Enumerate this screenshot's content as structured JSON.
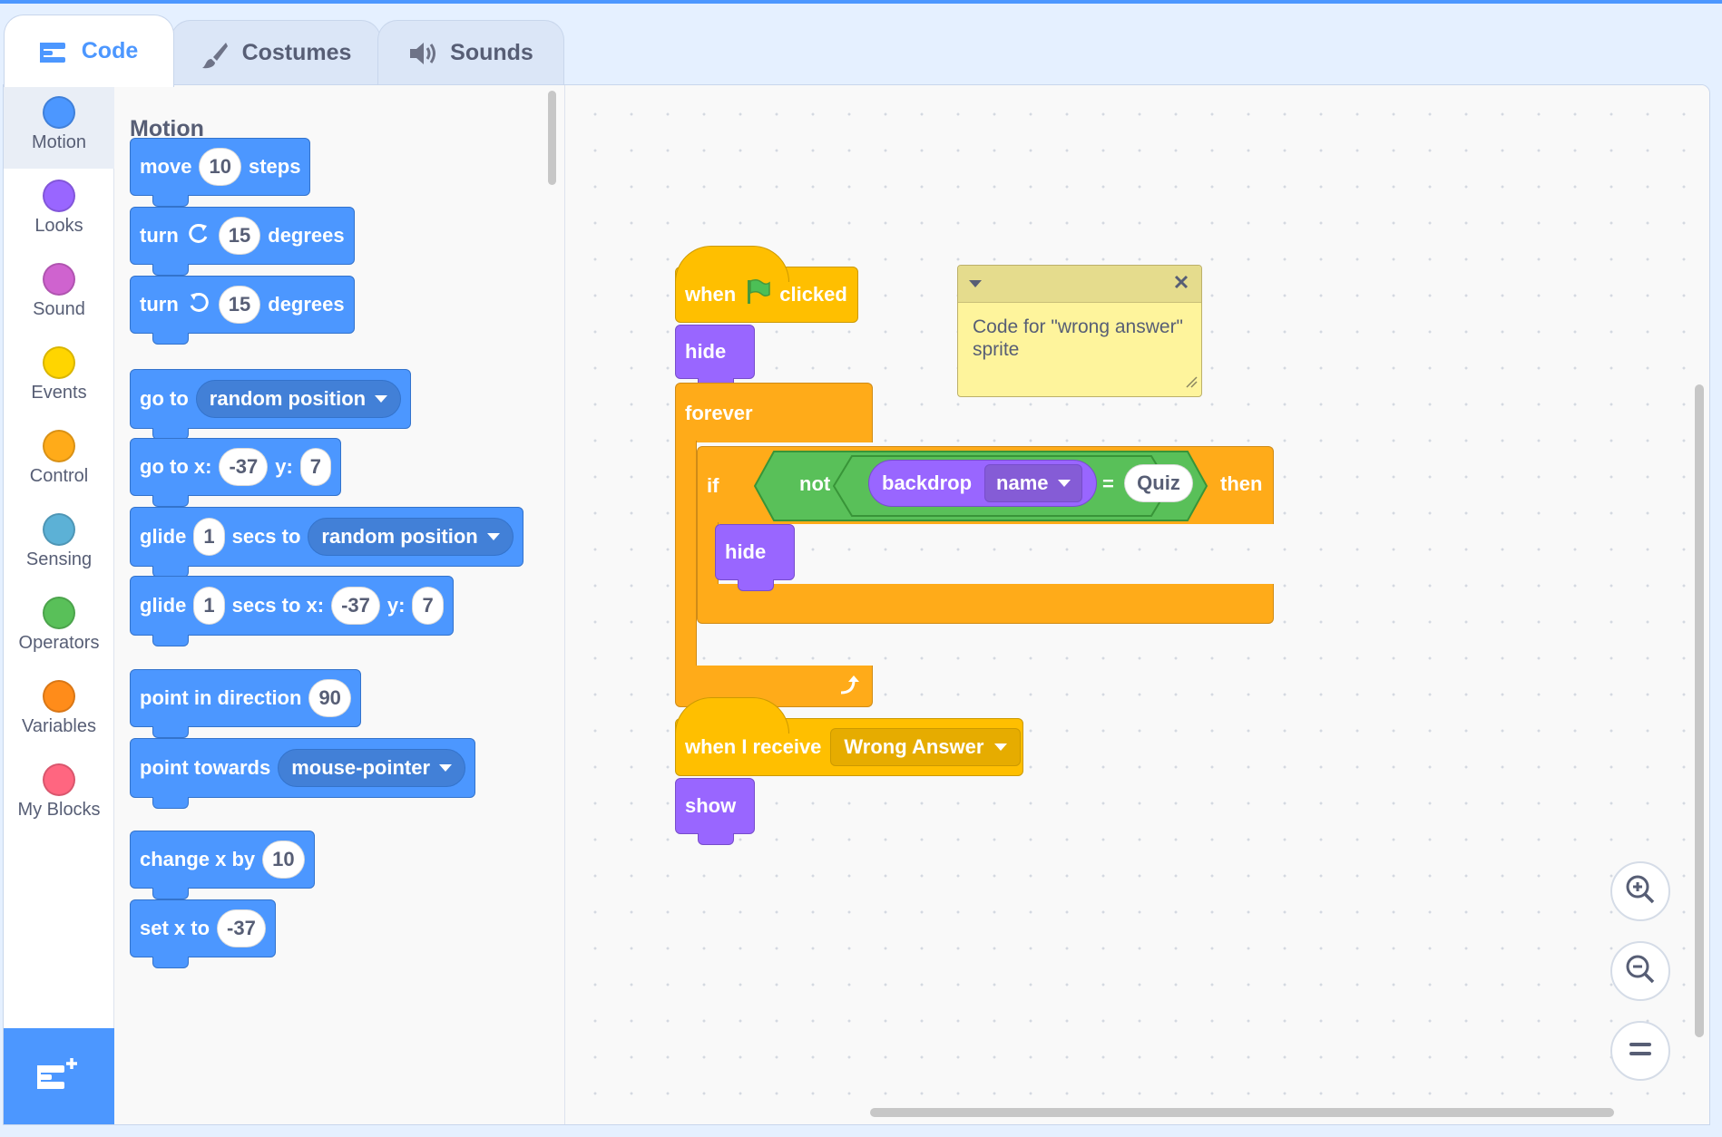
{
  "tabs": [
    {
      "label": "Code",
      "icon": "code-icon",
      "active": true
    },
    {
      "label": "Costumes",
      "icon": "brush-icon",
      "active": false
    },
    {
      "label": "Sounds",
      "icon": "speaker-icon",
      "active": false
    }
  ],
  "categories": [
    {
      "label": "Motion",
      "color": "#4c97ff"
    },
    {
      "label": "Looks",
      "color": "#9966ff"
    },
    {
      "label": "Sound",
      "color": "#cf63cf"
    },
    {
      "label": "Events",
      "color": "#ffd500"
    },
    {
      "label": "Control",
      "color": "#ffab19"
    },
    {
      "label": "Sensing",
      "color": "#5cb1d6"
    },
    {
      "label": "Operators",
      "color": "#59c059"
    },
    {
      "label": "Variables",
      "color": "#ff8c1a"
    },
    {
      "label": "My Blocks",
      "color": "#ff6680"
    }
  ],
  "palette": {
    "heading": "Motion",
    "move": {
      "a": "move",
      "v": "10",
      "b": "steps"
    },
    "turn_right": {
      "a": "turn",
      "v": "15",
      "b": "degrees"
    },
    "turn_left": {
      "a": "turn",
      "v": "15",
      "b": "degrees"
    },
    "go_to": {
      "a": "go to",
      "dd": "random position"
    },
    "go_to_xy": {
      "a": "go to x:",
      "x": "-37",
      "b": "y:",
      "y": "7"
    },
    "glide_to": {
      "a": "glide",
      "v": "1",
      "b": "secs to",
      "dd": "random position"
    },
    "glide_xy": {
      "a": "glide",
      "v": "1",
      "b": "secs to x:",
      "x": "-37",
      "c": "y:",
      "y": "7"
    },
    "point_dir": {
      "a": "point in direction",
      "v": "90"
    },
    "point_towards": {
      "a": "point towards",
      "dd": "mouse-pointer"
    },
    "change_x": {
      "a": "change x by",
      "v": "10"
    },
    "set_x": {
      "a": "set x to",
      "v": "-37"
    }
  },
  "script1": {
    "hat_when": "when",
    "hat_clicked": "clicked",
    "hide1": "hide",
    "forever": "forever",
    "if": "if",
    "not": "not",
    "backdrop": "backdrop",
    "backdrop_dd": "name",
    "equals": "=",
    "compare_value": "Quiz",
    "then": "then",
    "hide2": "hide"
  },
  "script2": {
    "hat_label": "when I receive",
    "message": "Wrong Answer",
    "show": "show"
  },
  "note": {
    "text": "Code for \"wrong answer\" sprite"
  }
}
